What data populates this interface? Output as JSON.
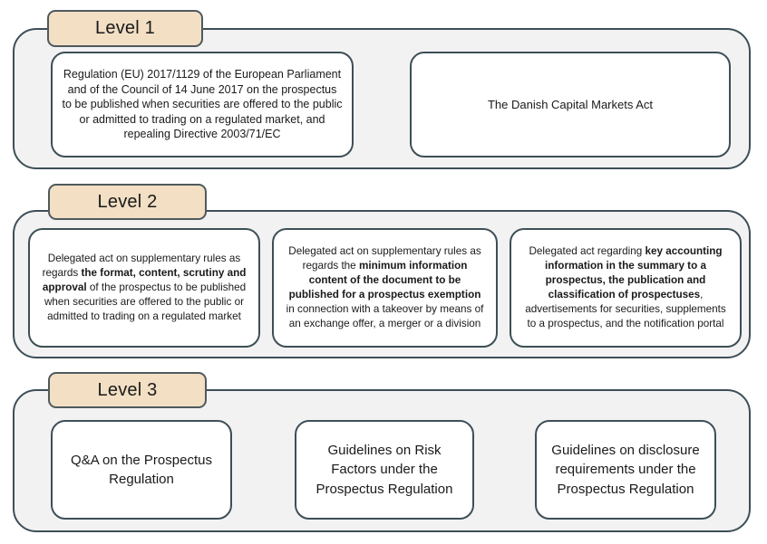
{
  "diagram": {
    "title": "Prospectus regulation hierarchy (Level 1 - Level 3)",
    "colors": {
      "tab_fill": "#F2DFC4",
      "tab_border": "#4E5A5E",
      "section_fill": "#F2F2F2",
      "box_border": "#3D4F57",
      "box_fill": "#FFFFFF",
      "text": "#1A1A1A",
      "page_background": "#FFFFFF"
    },
    "levels": [
      {
        "id": "level1",
        "tab_label": "Level 1",
        "boxes": [
          {
            "id": "l1-box-0",
            "plain_text": "Regulation (EU) 2017/1129 of the European Parliament and of the Council of 14 June 2017 on the prospectus to be published when securities are offered to the public or admitted to trading on a regulated market, and repealing Directive 2003/71/EC",
            "html": "Regulation (EU) 2017/1129 of the European Parliament and of the Council of 14 June 2017 on the prospectus to be published when securities are offered to the public or admitted to trading on a regulated market, and repealing Directive 2003/71/EC"
          },
          {
            "id": "l1-box-1",
            "plain_text": "The Danish Capital Markets Act",
            "html": "The Danish Capital Markets Act"
          }
        ]
      },
      {
        "id": "level2",
        "tab_label": "Level 2",
        "boxes": [
          {
            "id": "l2-box-0",
            "plain_text": "Delegated act on supplementary rules as regards the format, content, scrutiny and approval of the prospectus to be published when securities are offered to the public or admitted to trading on a regulated market",
            "html": "Delegated act on supplementary rules as regards <b>the format, content, scrutiny and approval</b> of the prospectus to be published when securities are offered to the public or admitted to trading on a regulated market"
          },
          {
            "id": "l2-box-1",
            "plain_text": "Delegated act on supplementary rules as regards the minimum information content of the document to be published for a prospectus exemption in connection with a takeover by means of an exchange offer, a merger or a division",
            "html": "Delegated act on supplementary rules as regards the <b>minimum information content of the document to be published for a prospectus exemption</b> in connection with a takeover by means of an exchange offer, a merger or a division"
          },
          {
            "id": "l2-box-2",
            "plain_text": "Delegated act regarding key accounting information in the summary to a prospectus, the publication and classification of prospectuses, advertisements for securities, supplements to a prospectus, and the notification portal",
            "html": "Delegated act regarding <b>key accounting information in the summary to a prospectus, the publication and classification of prospectuses</b>, advertisements for securities, supplements to a prospectus, and the notification portal"
          }
        ]
      },
      {
        "id": "level3",
        "tab_label": "Level 3",
        "boxes": [
          {
            "id": "l3-box-0",
            "plain_text": "Q&A on the Prospectus Regulation",
            "html": "Q&amp;A on the Prospectus Regulation"
          },
          {
            "id": "l3-box-1",
            "plain_text": "Guidelines on Risk Factors under the Prospectus Regulation",
            "html": "Guidelines on Risk Factors under the Prospectus Regulation"
          },
          {
            "id": "l3-box-2",
            "plain_text": "Guidelines on disclosure requirements under the Prospectus Regulation",
            "html": "Guidelines on disclosure requirements under the Prospectus Regulation"
          }
        ]
      }
    ]
  }
}
